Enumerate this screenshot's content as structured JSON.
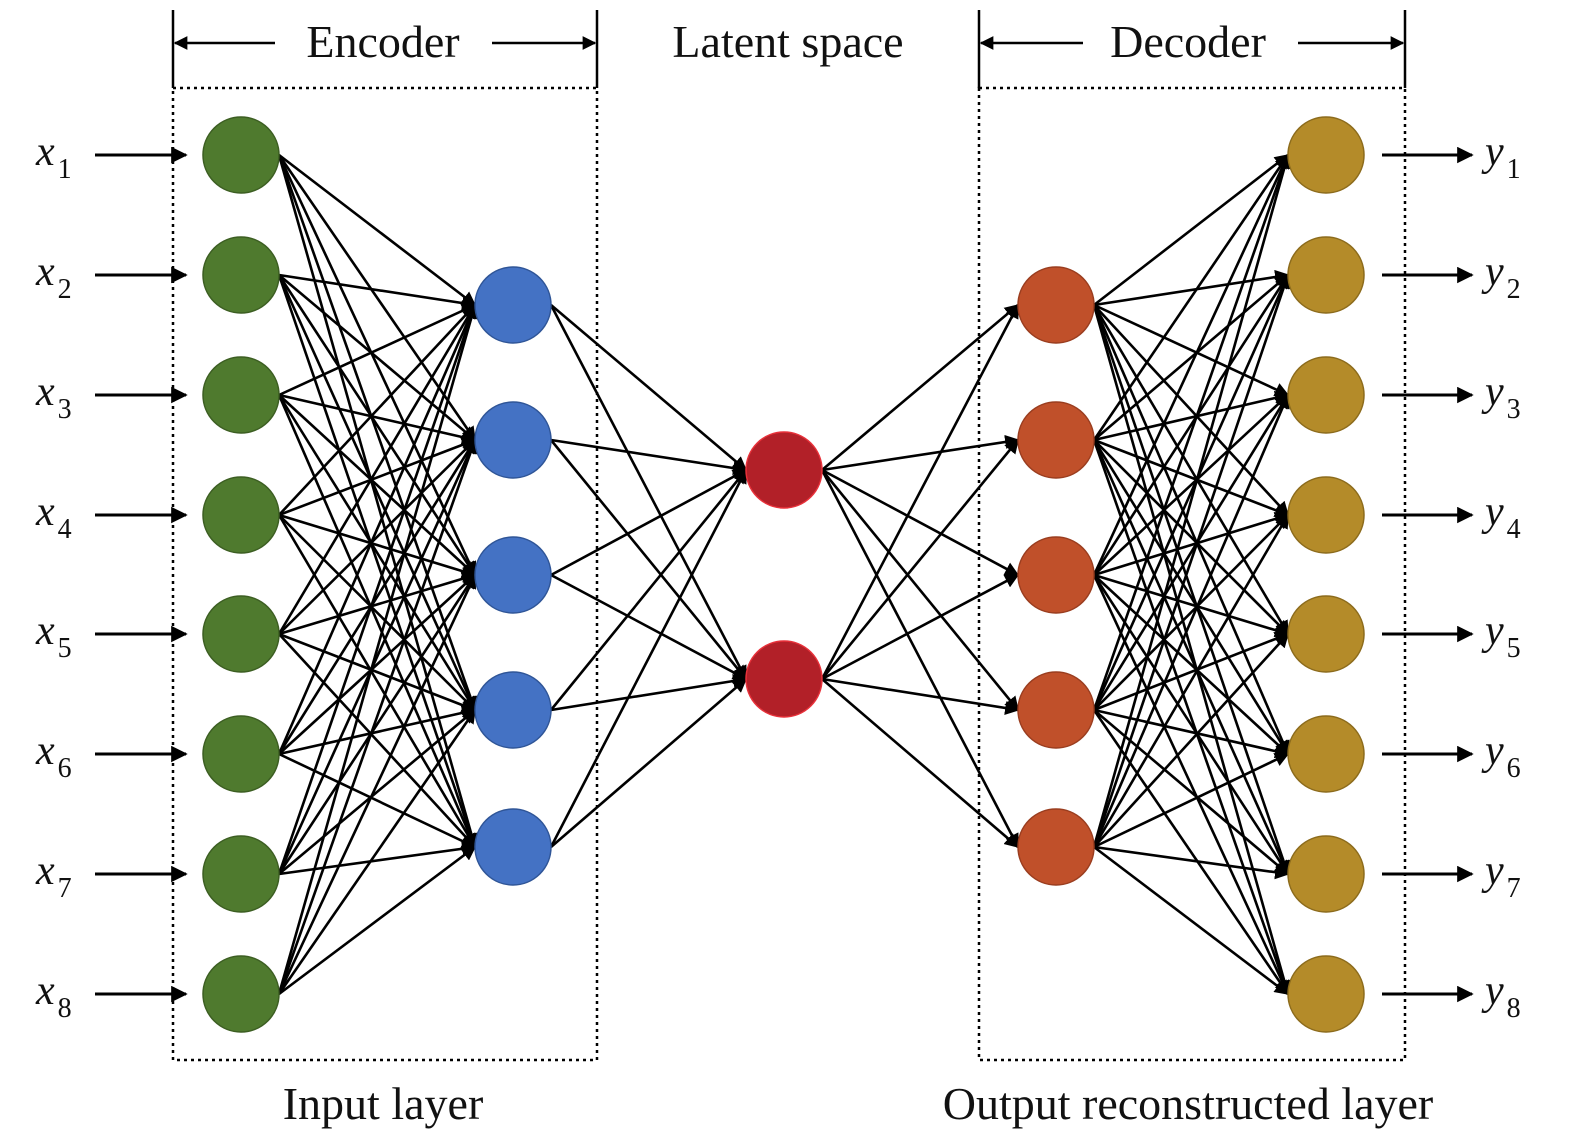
{
  "headers": {
    "encoder": "Encoder",
    "latent": "Latent space",
    "decoder": "Decoder"
  },
  "footers": {
    "input": "Input layer",
    "output": "Output reconstructed layer"
  },
  "inputs": [
    {
      "var": "x",
      "sub": "1"
    },
    {
      "var": "x",
      "sub": "2"
    },
    {
      "var": "x",
      "sub": "3"
    },
    {
      "var": "x",
      "sub": "4"
    },
    {
      "var": "x",
      "sub": "5"
    },
    {
      "var": "x",
      "sub": "6"
    },
    {
      "var": "x",
      "sub": "7"
    },
    {
      "var": "x",
      "sub": "8"
    }
  ],
  "outputs": [
    {
      "var": "y",
      "sub": "1"
    },
    {
      "var": "y",
      "sub": "2"
    },
    {
      "var": "y",
      "sub": "3"
    },
    {
      "var": "y",
      "sub": "4"
    },
    {
      "var": "y",
      "sub": "5"
    },
    {
      "var": "y",
      "sub": "6"
    },
    {
      "var": "y",
      "sub": "7"
    },
    {
      "var": "y",
      "sub": "8"
    }
  ],
  "layers": [
    {
      "name": "input-layer",
      "count": 8,
      "fill": "#4f7a2e",
      "stroke": "#3c5e22"
    },
    {
      "name": "encoder-hidden-layer",
      "count": 5,
      "fill": "#4472c4",
      "stroke": "#2f5597"
    },
    {
      "name": "latent-layer",
      "count": 2,
      "fill": "#b22028",
      "stroke": "#e8313a"
    },
    {
      "name": "decoder-hidden-layer",
      "count": 5,
      "fill": "#c0502a",
      "stroke": "#9a3d1f"
    },
    {
      "name": "output-layer",
      "count": 8,
      "fill": "#b48b29",
      "stroke": "#8c6b1c"
    }
  ]
}
